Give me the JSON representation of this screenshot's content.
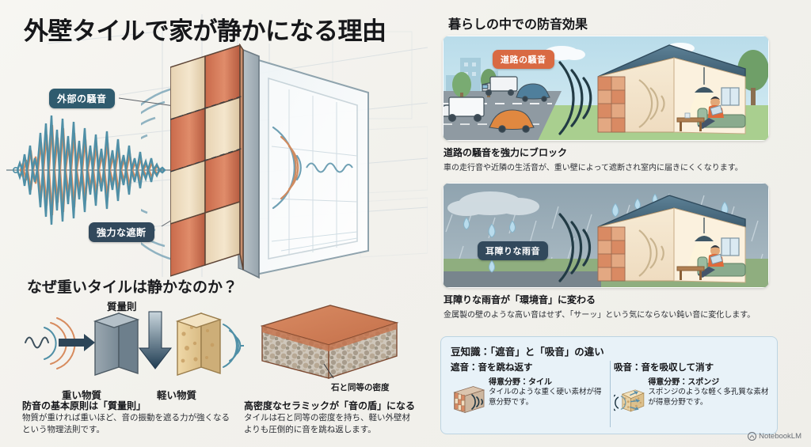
{
  "left": {
    "main_title": "外壁タイルで家が静かになる理由",
    "badge_exterior_noise": "外部の騒音",
    "badge_strong_block": "強力な遮断",
    "sub_title": "なぜ重いタイルは静かなのか？",
    "mass_law_label": "質量則",
    "heavy_material_label": "重い物質",
    "light_material_label": "軽い物質",
    "text_mass": {
      "heading": "防音の基本原則は「質量則」",
      "body": "物質が重ければ重いほど、音の振動を遮る力が強くなるという物理法則です。"
    },
    "density_callout": "石と同等の密度",
    "text_ceramic": {
      "heading": "高密度なセラミックが「音の盾」になる",
      "body": "タイルは石と同等の密度を持ち、軽い外壁材よりも圧倒的に音を跳ね返します。"
    }
  },
  "right": {
    "section_title": "暮らしの中での防音効果",
    "scenes": [
      {
        "badge": "道路の騒音",
        "heading": "道路の騒音を強力にブロック",
        "body": "車の走行音や近隣の生活音が、重い壁によって遮断され室内に届きにくくなります。"
      },
      {
        "badge": "耳障りな雨音",
        "heading": "耳障りな雨音が「環境音」に変わる",
        "body": "金属製の壁のような高い音はせず、「サーッ」という気にならない鈍い音に変化します。"
      }
    ],
    "tips": {
      "title": "豆知識：「遮音」と「吸音」の違い",
      "left": {
        "heading": "遮音：音を跳ね返す",
        "field_label": "得意分野：タイル",
        "body": "タイルのような重く硬い素材が得意分野です。"
      },
      "right": {
        "heading": "吸音：音を吸収して消す",
        "field_label": "得意分野：スポンジ",
        "body": "スポンジのような軽く多孔質な素材が得意分野です。"
      }
    }
  },
  "watermark": "NotebookLM",
  "colors": {
    "badge_dark": "#2f5b6e",
    "badge_orange": "#d96a43",
    "badge_slate": "#32495c",
    "wave_teal": "#4f8fa6",
    "wave_orange": "#d78b5e",
    "tile_terracotta": "#d4795a",
    "tile_cream": "#ecd9b9",
    "tips_bg": "#e8f2f8"
  }
}
